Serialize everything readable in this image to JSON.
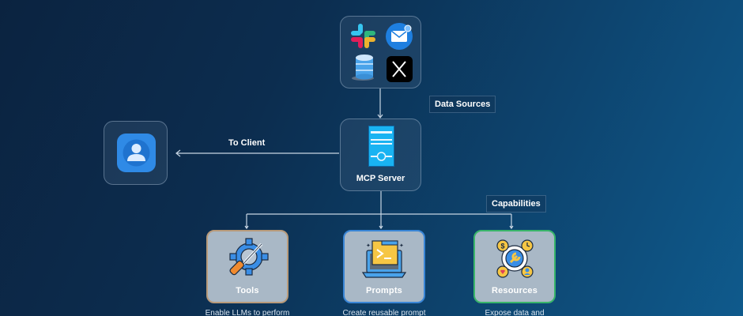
{
  "diagram": {
    "nodes": {
      "data_sources": {
        "icons": [
          "slack-icon",
          "email-icon",
          "database-icon",
          "x-icon"
        ]
      },
      "mcp_server": {
        "label": "MCP Server",
        "icon": "server-icon"
      },
      "client": {
        "icon": "user-app-icon"
      }
    },
    "edges": {
      "to_client": "To Client",
      "data_sources": "Data Sources",
      "capabilities": "Capabilities"
    },
    "capabilities": [
      {
        "label": "Tools",
        "description": "Enable LLMs to perform",
        "icon": "gear-screwdriver-icon",
        "color": "#b89a7a"
      },
      {
        "label": "Prompts",
        "description": "Create reusable prompt",
        "icon": "laptop-terminal-icon",
        "color": "#3a86d6"
      },
      {
        "label": "Resources",
        "description": "Expose data and",
        "icon": "resources-gear-icon",
        "color": "#39b56a"
      }
    ]
  }
}
